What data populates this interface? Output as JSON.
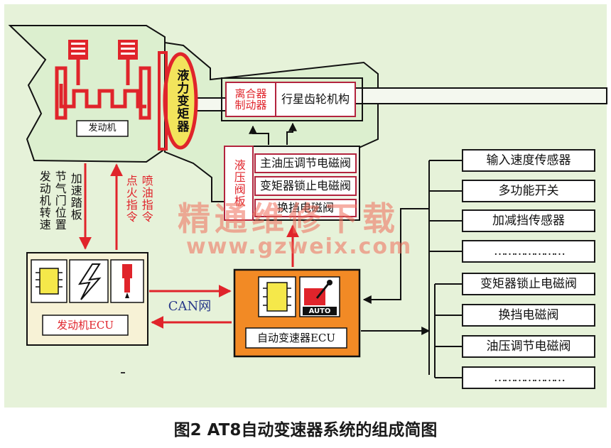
{
  "colors": {
    "background": "#e6f2d9",
    "housing": "#dcefcf",
    "housing_stroke": "#111111",
    "red": "#e0242b",
    "ecu_fill": "#f7f2d6",
    "tcu_fill": "#f28a25",
    "chip": "#f5e84a",
    "torque_converter": "#f2e45c"
  },
  "labels": {
    "engine": "发动机",
    "torque_converter": "液力变矩器",
    "clutch_brake": "离合器\n制动器",
    "planetary": "行星齿轮机构",
    "hydraulic_valve_body": "液压阀板",
    "valve_main_pressure": "主油压调节电磁阀",
    "valve_converter_lock": "变矩器锁止电磁阀",
    "valve_third": "换挡电磁阀",
    "engine_ecu": "发动机ECU",
    "tcu": "自动变速器ECU",
    "auto": "AUTO",
    "can": "CAN网",
    "signal_rpm": "发动机转速",
    "signal_throttle": "节气门位置",
    "signal_pedal": "加速踏板",
    "signal_ignition": "点火指令",
    "signal_injection": "喷油指令"
  },
  "sensors": [
    "输入速度传感器",
    "多功能开关",
    "加减挡传感器",
    "…………………"
  ],
  "actuators": [
    "变矩器锁止电磁阀",
    "换挡电磁阀",
    "油压调节电磁阀",
    "…………………"
  ],
  "watermark": {
    "line1": "精通维修下载",
    "line2": "www.gzweix.com"
  },
  "caption": "图2 AT8自动变速器系统的组成简图"
}
